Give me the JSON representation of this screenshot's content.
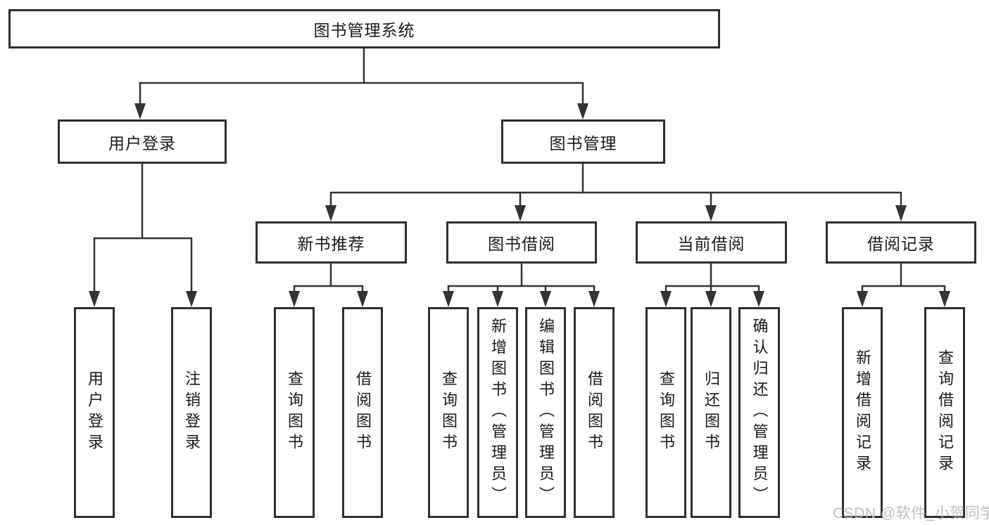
{
  "nodes": {
    "root": "图书管理系统",
    "level2": [
      "用户登录",
      "图书管理"
    ],
    "level3": [
      "新书推荐",
      "图书借阅",
      "当前借阅",
      "借阅记录"
    ],
    "leaves": [
      "用户登录",
      "注销登录",
      "查询图书",
      "借阅图书",
      "查询图书",
      "新增图书（管理员）",
      "编辑图书（管理员）",
      "借阅图书",
      "查询图书",
      "归还图书",
      "确认归还（管理员）",
      "新增借阅记录",
      "查询借阅记录"
    ]
  },
  "watermark": "CSDN @软件_小贺同学",
  "colors": {
    "line": "#333333",
    "box_border": "#2f2f2f",
    "text": "#1a1a1a",
    "watermark": "#b8b8b8",
    "background": "#ffffff"
  }
}
